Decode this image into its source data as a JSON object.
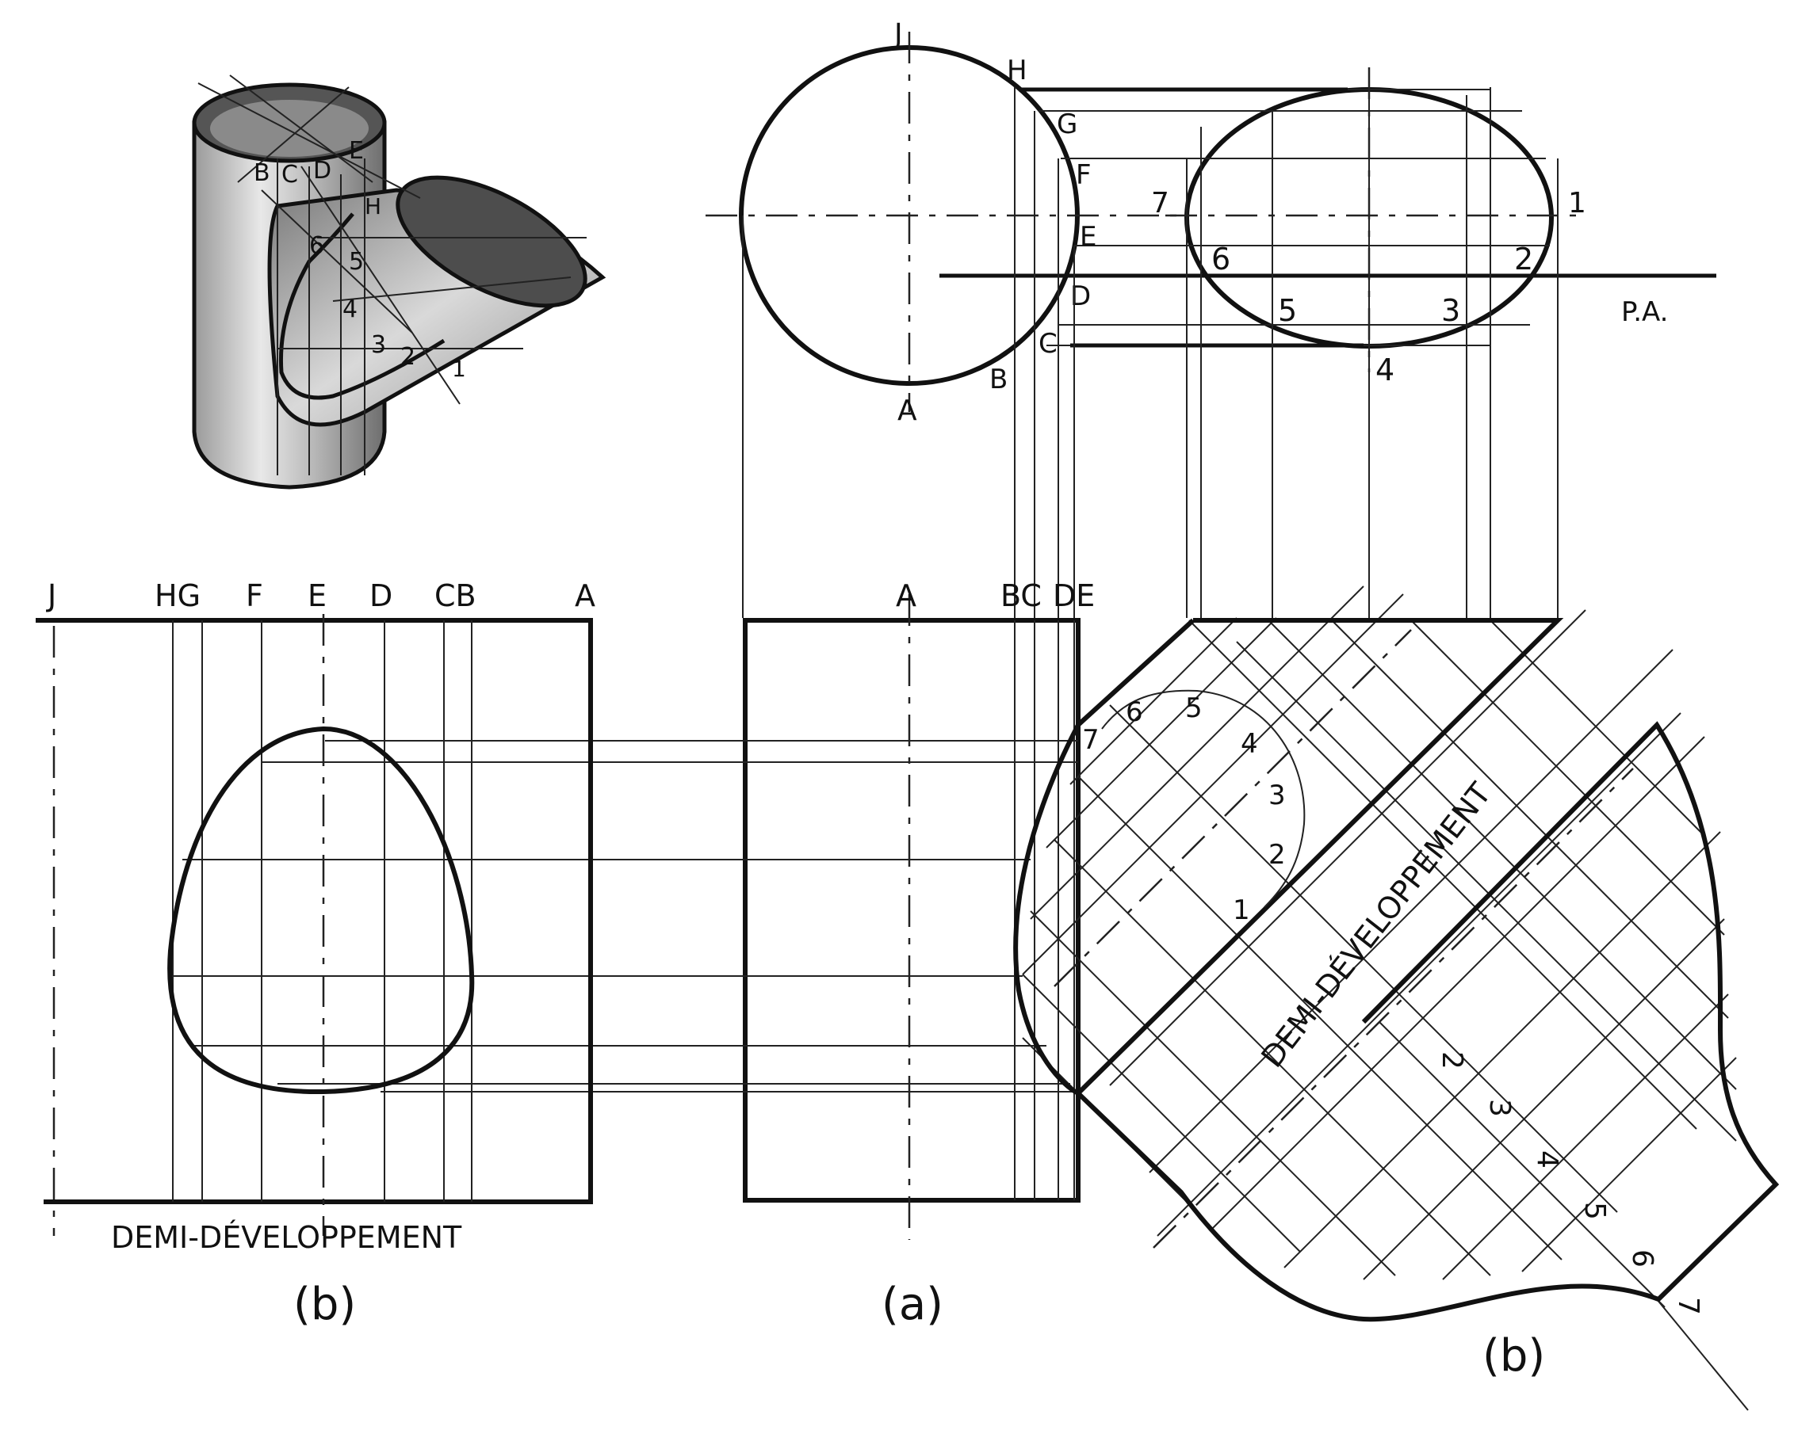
{
  "top_view": {
    "circle_points": [
      "J",
      "H",
      "G",
      "F",
      "E",
      "D",
      "C",
      "B",
      "A"
    ],
    "ellipse_points": [
      "7",
      "1",
      "6",
      "2",
      "5",
      "3",
      "4"
    ],
    "plane_label": "P.A."
  },
  "front_view": {
    "col_labels": [
      "A",
      "BC",
      "DE"
    ],
    "caption": "(a)"
  },
  "left_development": {
    "col_labels": [
      "J",
      "HG",
      "F",
      "E",
      "D",
      "CB",
      "A"
    ],
    "title": "DEMI-DÉVELOPPEMENT",
    "caption": "(b)"
  },
  "right_development": {
    "arc_labels": [
      "7",
      "6",
      "5",
      "4",
      "3",
      "2",
      "1"
    ],
    "scale_labels": [
      "2",
      "3",
      "4",
      "5",
      "6",
      "7"
    ],
    "title": "DEMI-DÉVELOPPEMENT",
    "caption": "(b)"
  },
  "pictorial": {
    "labels": [
      "B",
      "C",
      "D",
      "E",
      "H",
      "6",
      "5",
      "4",
      "3",
      "2",
      "1"
    ]
  }
}
